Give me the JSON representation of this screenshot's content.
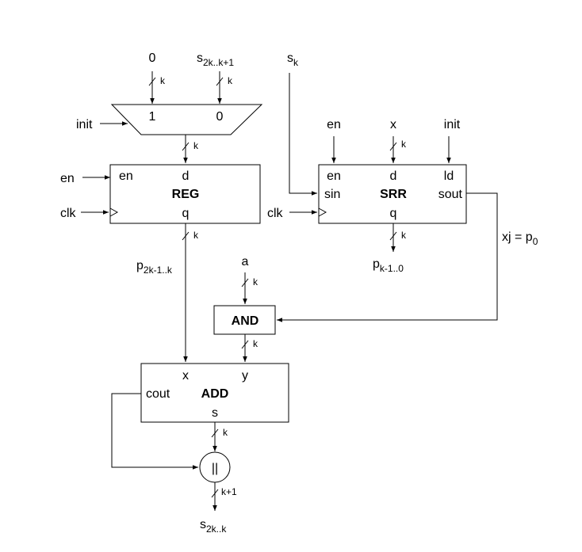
{
  "inputs": {
    "zero": "0",
    "s_hi": {
      "base": "s",
      "sub": "2k..k+1"
    },
    "s_k": {
      "base": "s",
      "sub": "k"
    }
  },
  "mux": {
    "in1": "1",
    "in0": "0",
    "select": "init"
  },
  "reg": {
    "name": "REG",
    "port_en": "en",
    "port_d": "d",
    "port_q": "q",
    "ext_en": "en",
    "ext_clk": "clk"
  },
  "srr": {
    "name": "SRR",
    "port_en": "en",
    "port_d": "d",
    "port_ld": "ld",
    "port_sin": "sin",
    "port_sout": "sout",
    "port_q": "q",
    "ext_en": "en",
    "ext_x": "x",
    "ext_init": "init",
    "ext_clk": "clk"
  },
  "and_gate": {
    "name": "AND",
    "in_a": "a"
  },
  "adder": {
    "name": "ADD",
    "port_x": "x",
    "port_y": "y",
    "port_cout": "cout",
    "port_s": "s"
  },
  "concat": {
    "symbol": "||"
  },
  "signals": {
    "p_hi": {
      "base": "p",
      "sub": "2k-1..k"
    },
    "p_lo": {
      "base": "p",
      "sub": "k-1..0"
    },
    "xj": {
      "pre": "xj = p",
      "sub": "0"
    },
    "out": {
      "base": "s",
      "sub": "2k..k"
    }
  },
  "widths": {
    "k": "k",
    "k1": "k+1"
  }
}
